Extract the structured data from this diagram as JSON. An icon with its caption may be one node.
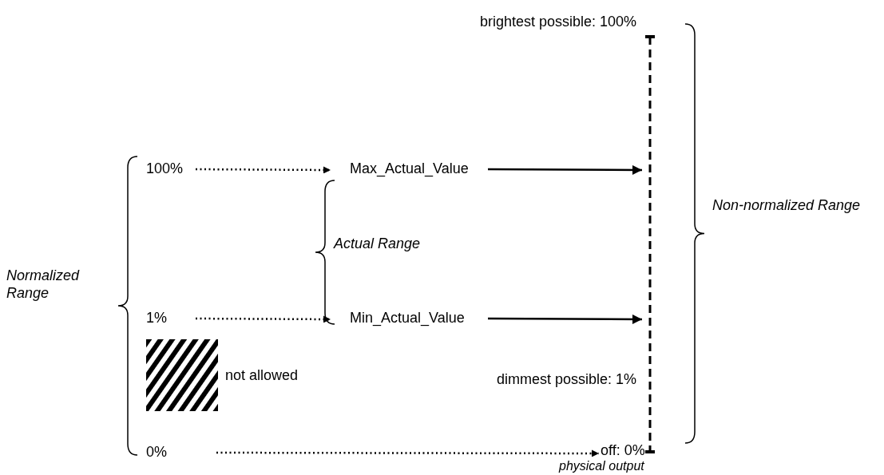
{
  "diagram": {
    "nodes": [
      {
        "text": [
          "100%"
        ]
      },
      {
        "text": [
          "Max_Actual_Value"
        ]
      },
      {
        "text": [
          "1%"
        ]
      },
      {
        "text": [
          "Min_Actual_Value"
        ]
      },
      {
        "text": [
          "0%"
        ]
      },
      {
        "text": [
          "off: 0%"
        ]
      },
      {
        "text": [],
        "shape": "bar"
      },
      {
        "text": [],
        "shape": "box",
        "beside": [
          "not allowed"
        ]
      }
    ],
    "edges": [
      {
        "from": 0,
        "to": 1,
        "arrow": "to",
        "style": "dashed"
      },
      {
        "from": 1,
        "to": 6,
        "arrow": "to"
      },
      {
        "from": 2,
        "to": 3,
        "arrow": "to",
        "style": "dashed"
      },
      {
        "from": 3,
        "to": 6,
        "arrow": "to"
      },
      {
        "from": 4,
        "to": 5,
        "arrow": "to",
        "style": "dashed"
      }
    ],
    "labels": [
      "brightest possible: 100%",
      "Non-normalized Range",
      "Actual Range",
      "Normalized Range",
      "dimmest possible: 1%",
      "physical output"
    ]
  }
}
